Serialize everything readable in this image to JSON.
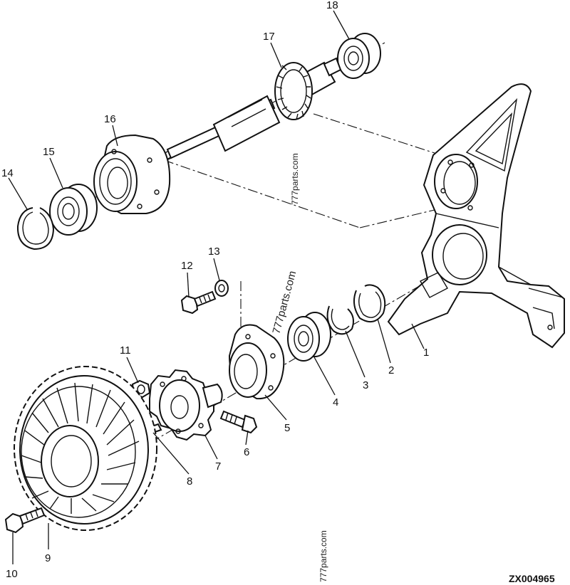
{
  "diagram": {
    "callouts": [
      "1",
      "2",
      "3",
      "4",
      "5",
      "6",
      "7",
      "8",
      "9",
      "10",
      "11",
      "12",
      "13",
      "14",
      "15",
      "16",
      "17",
      "18"
    ],
    "watermarks": [
      "777parts.com",
      "777parts.com",
      "777parts.com"
    ],
    "drawing_code": "ZX004965"
  }
}
